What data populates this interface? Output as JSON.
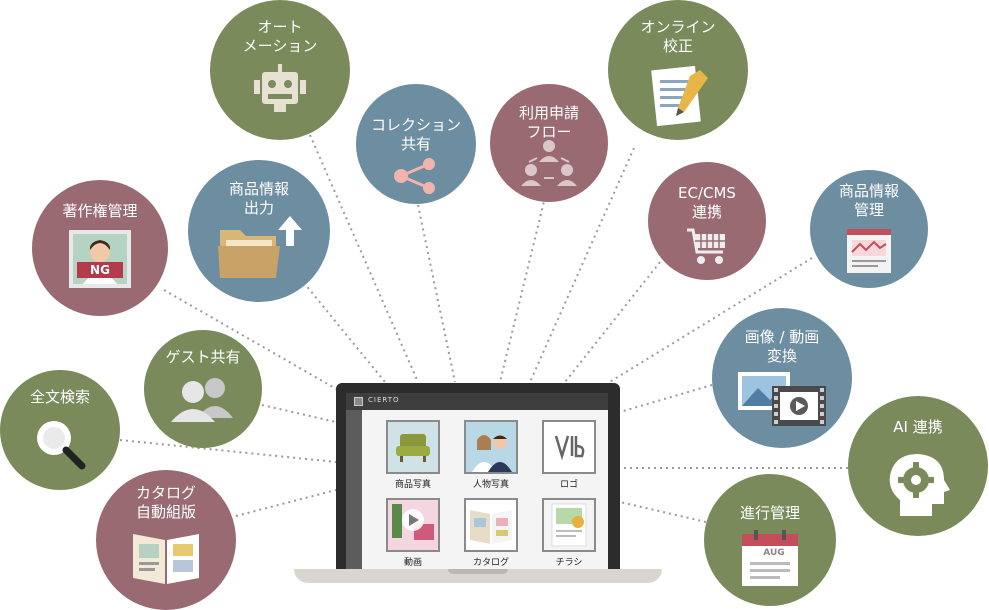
{
  "features": [
    {
      "id": "automation",
      "label": "オート\nメーション",
      "color": "#7a8a5b",
      "icon": "robot-icon"
    },
    {
      "id": "online-proof",
      "label": "オンライン\n校正",
      "color": "#7a8a5b",
      "icon": "document-pencil-icon"
    },
    {
      "id": "collection",
      "label": "コレクション\n共有",
      "color": "#6d8ea1",
      "icon": "share-icon"
    },
    {
      "id": "workflow",
      "label": "利用申請\nフロー",
      "color": "#9a6a73",
      "icon": "workflow-people-icon"
    },
    {
      "id": "product-output",
      "label": "商品情報\n出力",
      "color": "#6d8ea1",
      "icon": "folder-export-icon"
    },
    {
      "id": "copyright",
      "label": "著作権管理",
      "color": "#9a6a73",
      "icon": "ng-portrait-icon",
      "icon_text": "NG"
    },
    {
      "id": "ec-cms",
      "label": "EC/CMS\n連携",
      "color": "#9a6a73",
      "icon": "cart-icon"
    },
    {
      "id": "product-manage",
      "label": "商品情報\n管理",
      "color": "#6d8ea1",
      "icon": "chart-page-icon"
    },
    {
      "id": "guest",
      "label": "ゲスト共有",
      "color": "#7a8a5b",
      "icon": "guest-users-icon"
    },
    {
      "id": "fulltext",
      "label": "全文検索",
      "color": "#7a8a5b",
      "icon": "magnifier-icon"
    },
    {
      "id": "catalog",
      "label": "カタログ\n自動組版",
      "color": "#9a6a73",
      "icon": "catalog-book-icon"
    },
    {
      "id": "convert",
      "label": "画像 / 動画\n変換",
      "color": "#6d8ea1",
      "icon": "image-video-icon"
    },
    {
      "id": "ai",
      "label": "AI 連携",
      "color": "#7a8a5b",
      "icon": "ai-head-gear-icon"
    },
    {
      "id": "progress",
      "label": "進行管理",
      "color": "#7a8a5b",
      "icon": "calendar-icon",
      "icon_text": "AUG"
    }
  ],
  "app": {
    "brand": "CIERTO",
    "tiles": [
      {
        "label": "商品写真",
        "icon": "sofa-icon"
      },
      {
        "label": "人物写真",
        "icon": "people-photo-icon"
      },
      {
        "label": "ロゴ",
        "icon": "vip-logo-icon"
      },
      {
        "label": "動画",
        "icon": "video-play-icon"
      },
      {
        "label": "カタログ",
        "icon": "catalog-icon"
      },
      {
        "label": "チラシ",
        "icon": "flyer-icon"
      }
    ]
  }
}
